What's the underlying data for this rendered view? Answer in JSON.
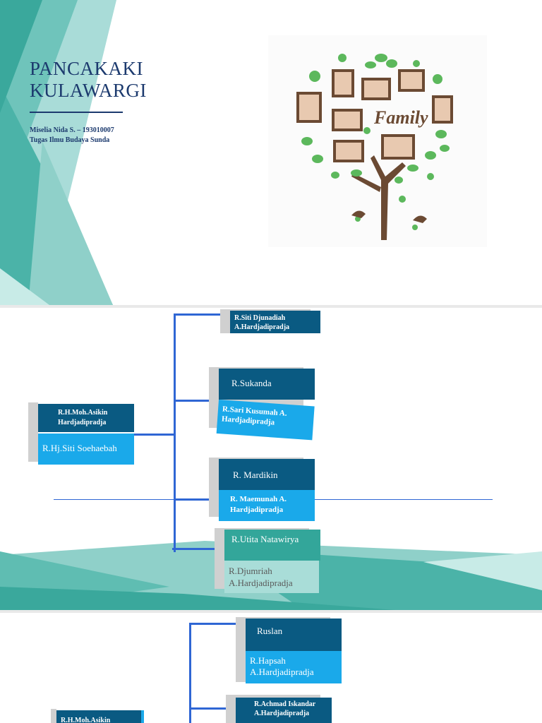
{
  "title": {
    "line1": "PANCAKAKI",
    "line2": "KULAWARGI"
  },
  "author": "Miselia Nida S. – 193010007",
  "course": "Tugas Ilmu Budaya Sunda",
  "family_image": {
    "label": "Family"
  },
  "tree1": {
    "root_husband": "R.H.Moh.Asikin Hardjadipradja",
    "root_wife": "R.Hj.Siti Soehaebah",
    "c1": "R.Siti Djunadiah A.Hardjadipradja",
    "c2_husband": "R.Sukanda",
    "c2_wife": "R.Sari Kusumah A. Hardjadipradja",
    "c3_husband": "R. Mardikin",
    "c3_wife": "R. Maemunah A. Hardjadipradja",
    "c4_husband": "R.Utita Natawirya",
    "c4_wife": "R.Djumriah A.Hardjadipradja"
  },
  "tree2": {
    "c5_husband": "Ruslan",
    "c5_wife": "R.Hapsah A.Hardjadipradja",
    "c6": "R.Achmad Iskandar A.Hardjadipradja",
    "root_partial": "R.H.Moh.Asikin"
  },
  "colors": {
    "navy": "#1c3a6e",
    "dark_box": "#0a5a82",
    "light_box": "#1aa9ea",
    "teal_box": "#33a69a",
    "connector": "#2f66d4"
  }
}
